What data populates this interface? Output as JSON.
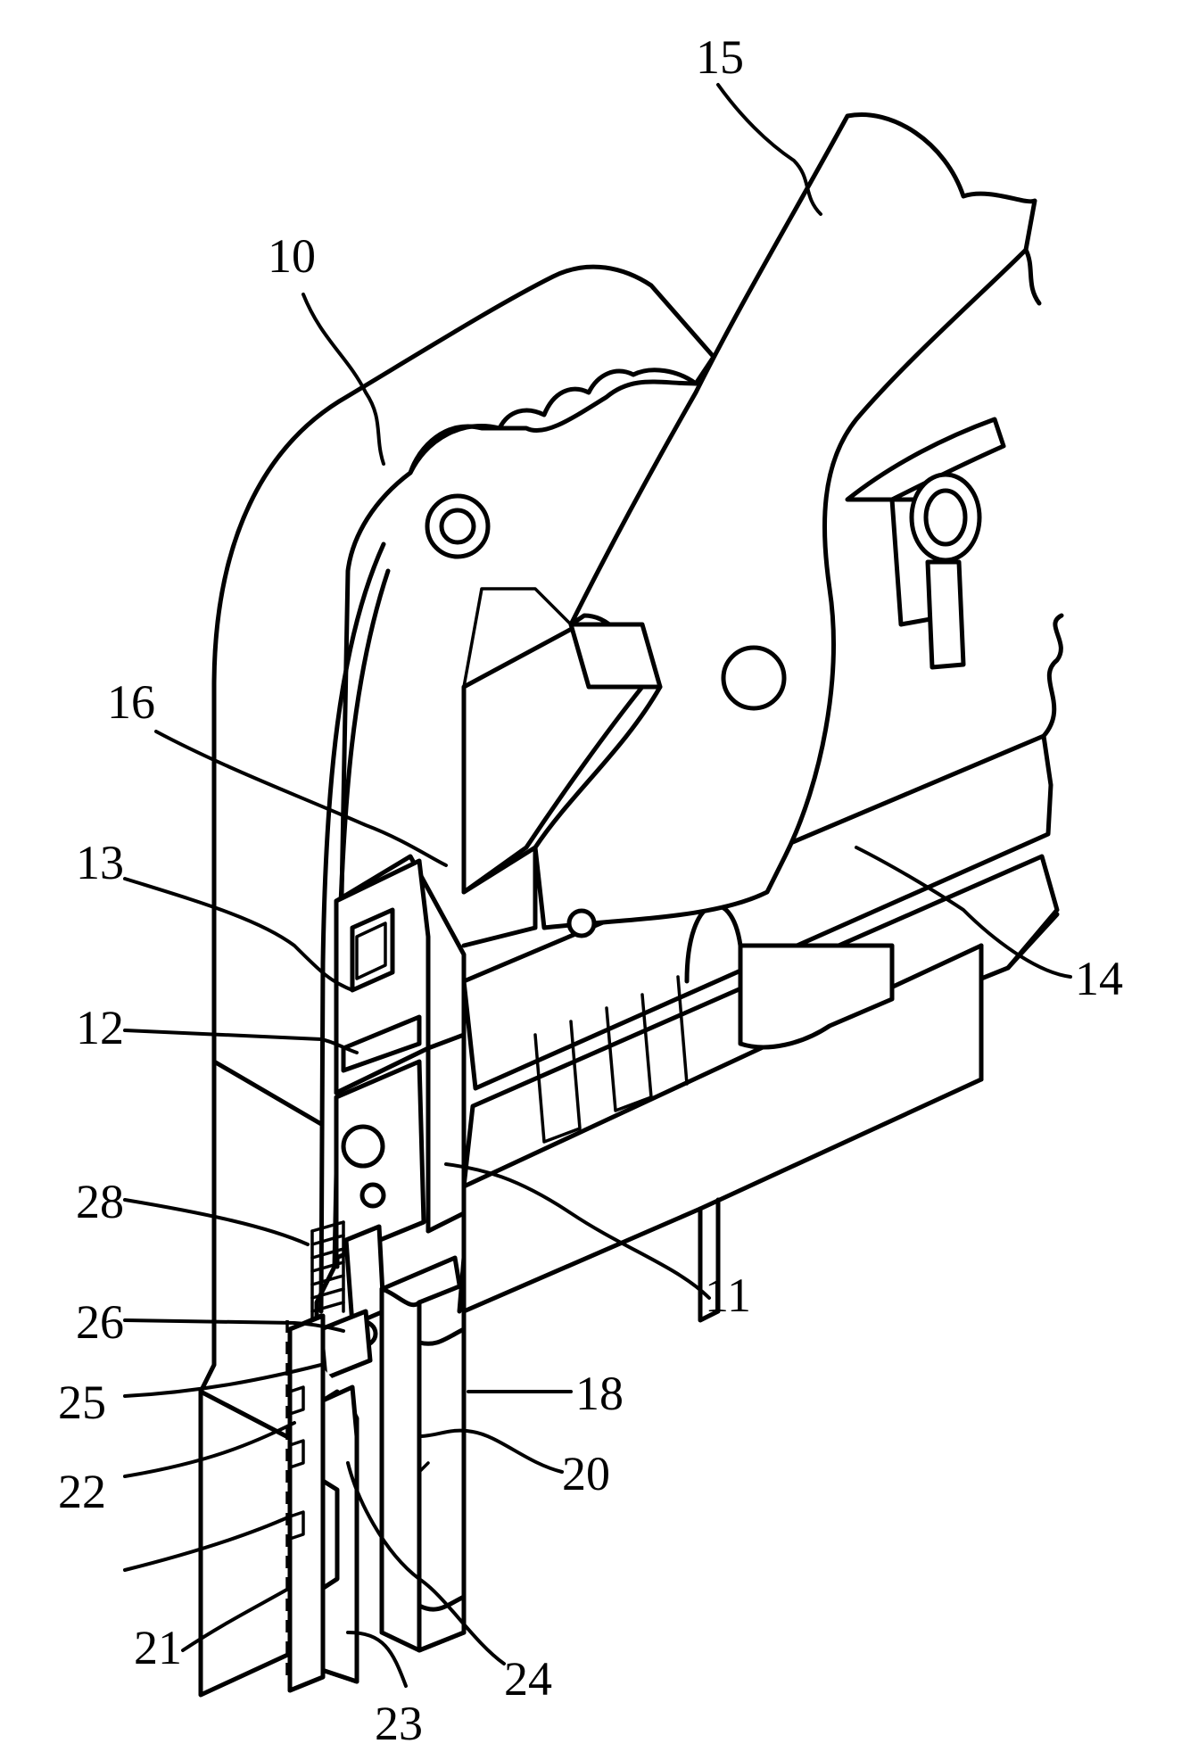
{
  "figure": {
    "labels": {
      "l10": "10",
      "l11": "11",
      "l12": "12",
      "l13": "13",
      "l14": "14",
      "l15": "15",
      "l16": "16",
      "l18": "18",
      "l20": "20",
      "l21": "21",
      "l22": "22",
      "l23": "23",
      "l24": "24",
      "l25": "25",
      "l26": "26",
      "l28": "28"
    }
  }
}
